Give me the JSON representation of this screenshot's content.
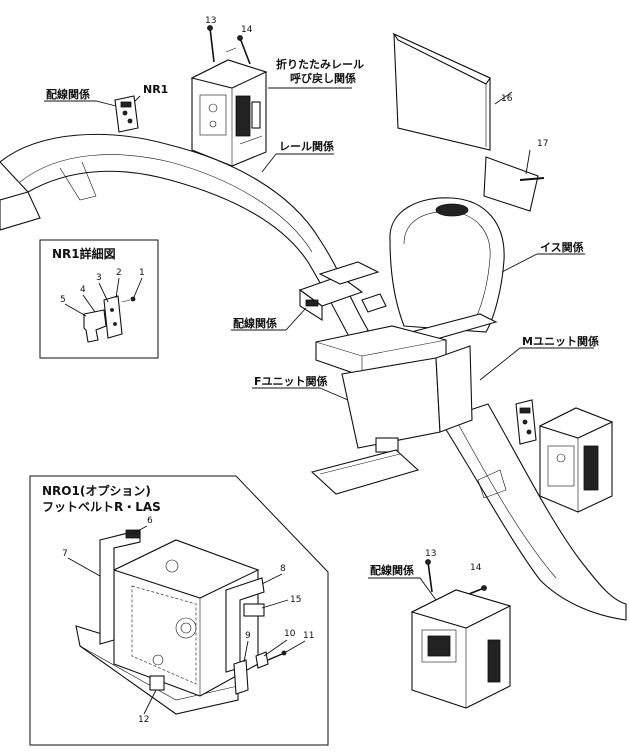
{
  "labels": {
    "wiring_top": "配線関係",
    "nr1": "NR1",
    "folding_rail_1": "折りたたみレール",
    "folding_rail_2": "呼び戻し関係",
    "rail": "レール関係",
    "chair": "イス関係",
    "wiring_mid": "配線関係",
    "m_unit": "Mユニット関係",
    "f_unit": "Fユニット関係",
    "wiring_bottom": "配線関係"
  },
  "nr1_detail": {
    "title": "NR1詳細図",
    "numbers": [
      "1",
      "2",
      "3",
      "4",
      "5"
    ]
  },
  "nro1_detail": {
    "title_line1": "NRO1(オプション)",
    "title_line2": "フットベルトR・LAS",
    "numbers": [
      "6",
      "7",
      "8",
      "15",
      "9",
      "10",
      "11",
      "12"
    ]
  },
  "part_numbers": {
    "p13_top": "13",
    "p14_top": "14",
    "p16": "16",
    "p17": "17",
    "p13_bottom": "13",
    "p14_bottom": "14"
  }
}
